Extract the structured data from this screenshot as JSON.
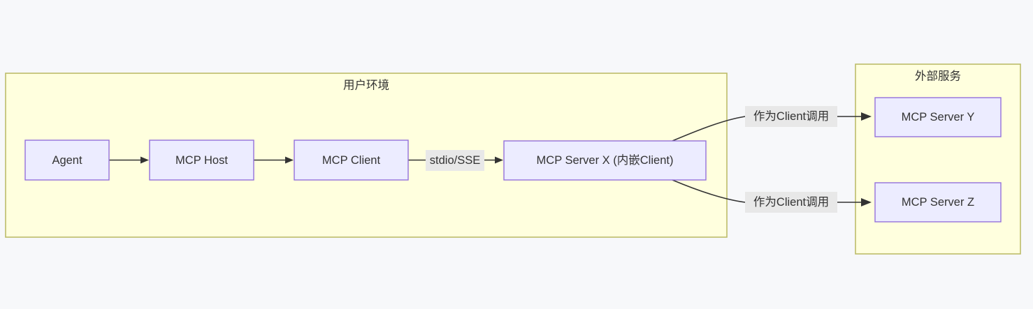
{
  "diagram": {
    "type": "flowchart",
    "direction": "left-to-right",
    "background_color": "#f7f8fa",
    "clusters": [
      {
        "id": "user-env",
        "title": "用户环境",
        "fill": "#ffffde",
        "stroke": "#bcbc6a"
      },
      {
        "id": "external-services",
        "title": "外部服务",
        "fill": "#ffffde",
        "stroke": "#bcbc6a"
      }
    ],
    "nodes": [
      {
        "id": "agent",
        "label": "Agent",
        "cluster": "user-env"
      },
      {
        "id": "host",
        "label": "MCP Host",
        "cluster": "user-env"
      },
      {
        "id": "client",
        "label": "MCP Client",
        "cluster": "user-env"
      },
      {
        "id": "serverx",
        "label": "MCP Server X (内嵌Client)",
        "cluster": "user-env"
      },
      {
        "id": "servery",
        "label": "MCP Server Y",
        "cluster": "external-services"
      },
      {
        "id": "serverz",
        "label": "MCP Server Z",
        "cluster": "external-services"
      }
    ],
    "node_style": {
      "fill": "#ececff",
      "stroke": "#9370db"
    },
    "edges": [
      {
        "from": "agent",
        "to": "host",
        "label": ""
      },
      {
        "from": "host",
        "to": "client",
        "label": ""
      },
      {
        "from": "client",
        "to": "serverx",
        "label": "stdio/SSE"
      },
      {
        "from": "serverx",
        "to": "servery",
        "label": "作为Client调用"
      },
      {
        "from": "serverx",
        "to": "serverz",
        "label": "作为Client调用"
      }
    ],
    "edge_style": {
      "stroke": "#333333",
      "label_background": "#e8e8e8"
    }
  }
}
